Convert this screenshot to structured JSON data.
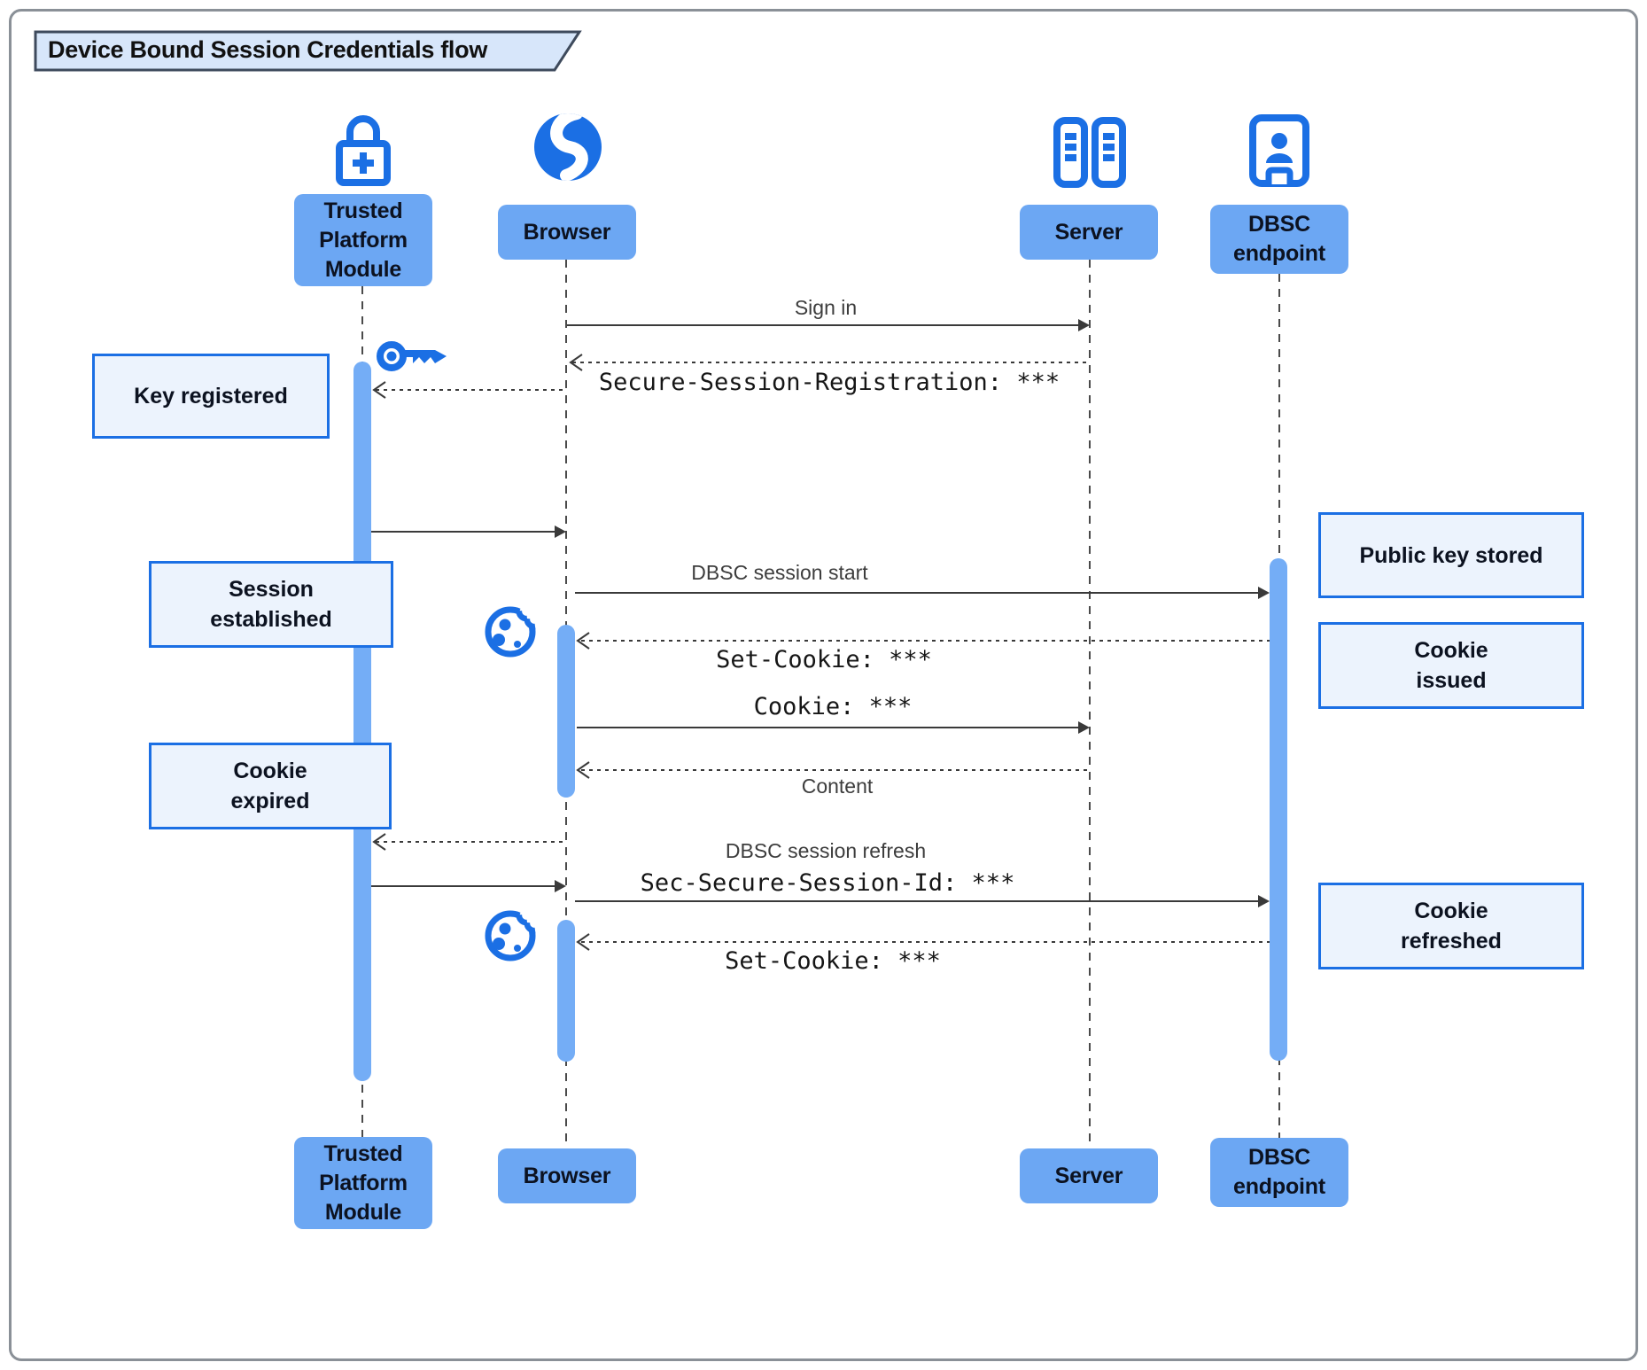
{
  "title": "Device Bound Session Credentials flow",
  "actors": {
    "tpm": {
      "label": "Trusted\nPlatform\nModule",
      "icon": "lock-plus-icon"
    },
    "browser": {
      "label": "Browser",
      "icon": "globe-icon"
    },
    "server": {
      "label": "Server",
      "icon": "server-rack-icon"
    },
    "dbsc": {
      "label": "DBSC\nendpoint",
      "icon": "id-badge-icon"
    }
  },
  "messages": {
    "sign_in": {
      "label": "Sign in",
      "from": "Browser",
      "to": "Server",
      "line": "solid"
    },
    "secure_session_registration": {
      "label": "Secure-Session-Registration: ***",
      "from": "Server",
      "to": "Browser",
      "line": "dashed"
    },
    "browser_to_tpm_1": {
      "label": "",
      "from": "Browser",
      "to": "Trusted Platform Module",
      "line": "dashed"
    },
    "tpm_to_browser_1": {
      "label": "",
      "from": "Trusted Platform Module",
      "to": "Browser",
      "line": "solid"
    },
    "dbsc_session_start": {
      "label": "DBSC session start",
      "from": "Browser",
      "to": "DBSC endpoint",
      "line": "solid"
    },
    "set_cookie_1": {
      "label": "Set-Cookie: ***",
      "from": "DBSC endpoint",
      "to": "Browser",
      "line": "dashed"
    },
    "cookie": {
      "label": "Cookie: ***",
      "from": "Browser",
      "to": "Server",
      "line": "solid"
    },
    "content": {
      "label": "Content",
      "from": "Server",
      "to": "Browser",
      "line": "dashed"
    },
    "browser_to_tpm_2": {
      "label": "",
      "from": "Browser",
      "to": "Trusted Platform Module",
      "line": "dashed"
    },
    "tpm_to_browser_2": {
      "label": "",
      "from": "Trusted Platform Module",
      "to": "Browser",
      "line": "solid"
    },
    "dbsc_session_refresh": {
      "label": "DBSC session refresh",
      "label2": "Sec-Secure-Session-Id: ***",
      "from": "Browser",
      "to": "DBSC endpoint",
      "line": "solid"
    },
    "set_cookie_2": {
      "label": "Set-Cookie: ***",
      "from": "DBSC endpoint",
      "to": "Browser",
      "line": "dashed"
    }
  },
  "notes": {
    "key_registered": "Key registered",
    "session_established": "Session\nestablished",
    "cookie_expired": "Cookie\nexpired",
    "public_key_stored": "Public key stored",
    "cookie_issued": "Cookie\nissued",
    "cookie_refreshed": "Cookie\nrefreshed"
  },
  "colors": {
    "icon_blue": "#1B6FE4",
    "actor_fill": "#6CA7F3",
    "activation_fill": "#74ADF6",
    "note_fill": "#ECF3FD",
    "note_border": "#1B6FE4",
    "title_fill": "#D7E6FA",
    "title_border": "#3E4A5C",
    "frame_border": "#8A9097",
    "arrow_color": "#3A3A3A"
  }
}
